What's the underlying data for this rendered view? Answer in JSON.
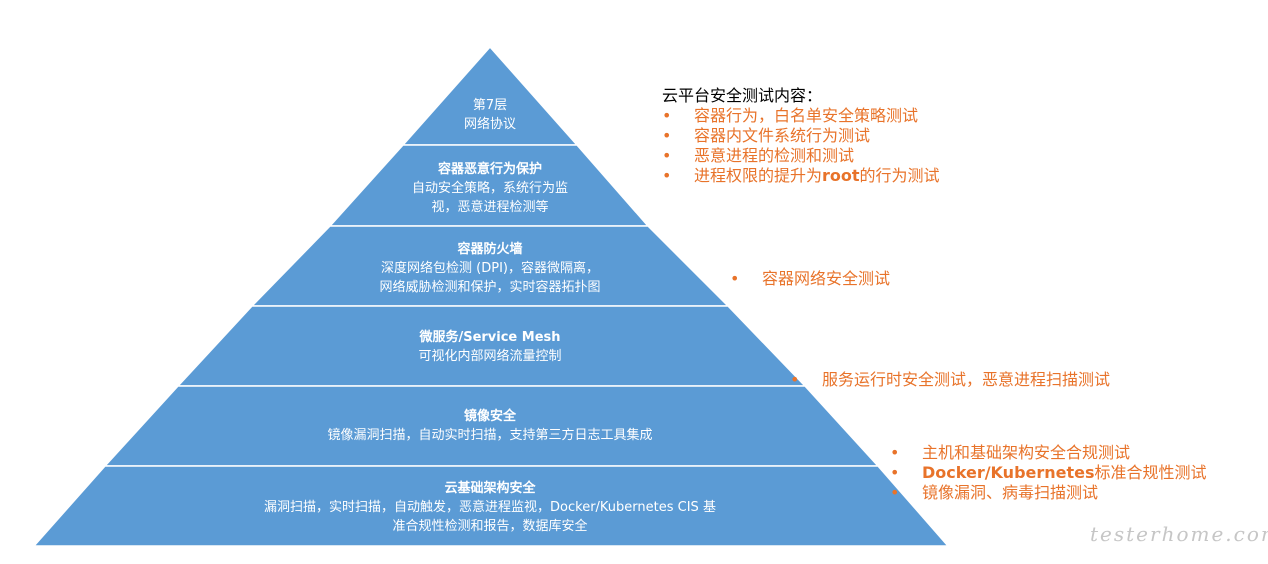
{
  "colors": {
    "layer_fill": "#5b9bd5",
    "divider": "#ffffff",
    "text_on_layer": "#ffffff",
    "accent": "#e8732a",
    "heading": "#000000"
  },
  "layers": [
    {
      "title": "第7层",
      "desc": [
        "网络协议"
      ]
    },
    {
      "title": "容器恶意行为保护",
      "desc": [
        "自动安全策略，系统行为监",
        "视，恶意进程检测等"
      ]
    },
    {
      "title": "容器防火墙",
      "desc": [
        "深度网络包检测 (DPI)，容器微隔离，",
        "网络威胁检测和保护，实时容器拓扑图"
      ]
    },
    {
      "title": "微服务/Service Mesh",
      "desc": [
        "可视化内部网络流量控制"
      ]
    },
    {
      "title": "镜像安全",
      "desc": [
        "镜像漏洞扫描，自动实时扫描，支持第三方日志工具集成"
      ]
    },
    {
      "title": "云基础架构安全",
      "desc": [
        "漏洞扫描，实时扫描，自动触发，恶意进程监视，Docker/Kubernetes CIS 基",
        "准合规性检测和报告，数据库安全"
      ]
    }
  ],
  "right": {
    "group1": {
      "heading": "云平台安全测试内容：",
      "bullets": [
        "容器行为，白名单安全策略测试",
        "容器内文件系统行为测试",
        "恶意进程的检测和测试"
      ],
      "last": {
        "pre": "进程权限的提升为 ",
        "bold": "root",
        "post": " 的行为测试"
      }
    },
    "group2": [
      "容器网络安全测试"
    ],
    "group3": [
      "服务运行时安全测试，恶意进程扫描测试"
    ],
    "group4": {
      "items": [
        "主机和基础架构安全合规测试"
      ],
      "mixed": {
        "bold": "Docker/Kubernetes",
        "post": " 标准合规性测试"
      },
      "items2": [
        "镜像漏洞、病毒扫描测试"
      ]
    },
    "bullet_char": "•"
  },
  "watermark": "testerhome.com"
}
